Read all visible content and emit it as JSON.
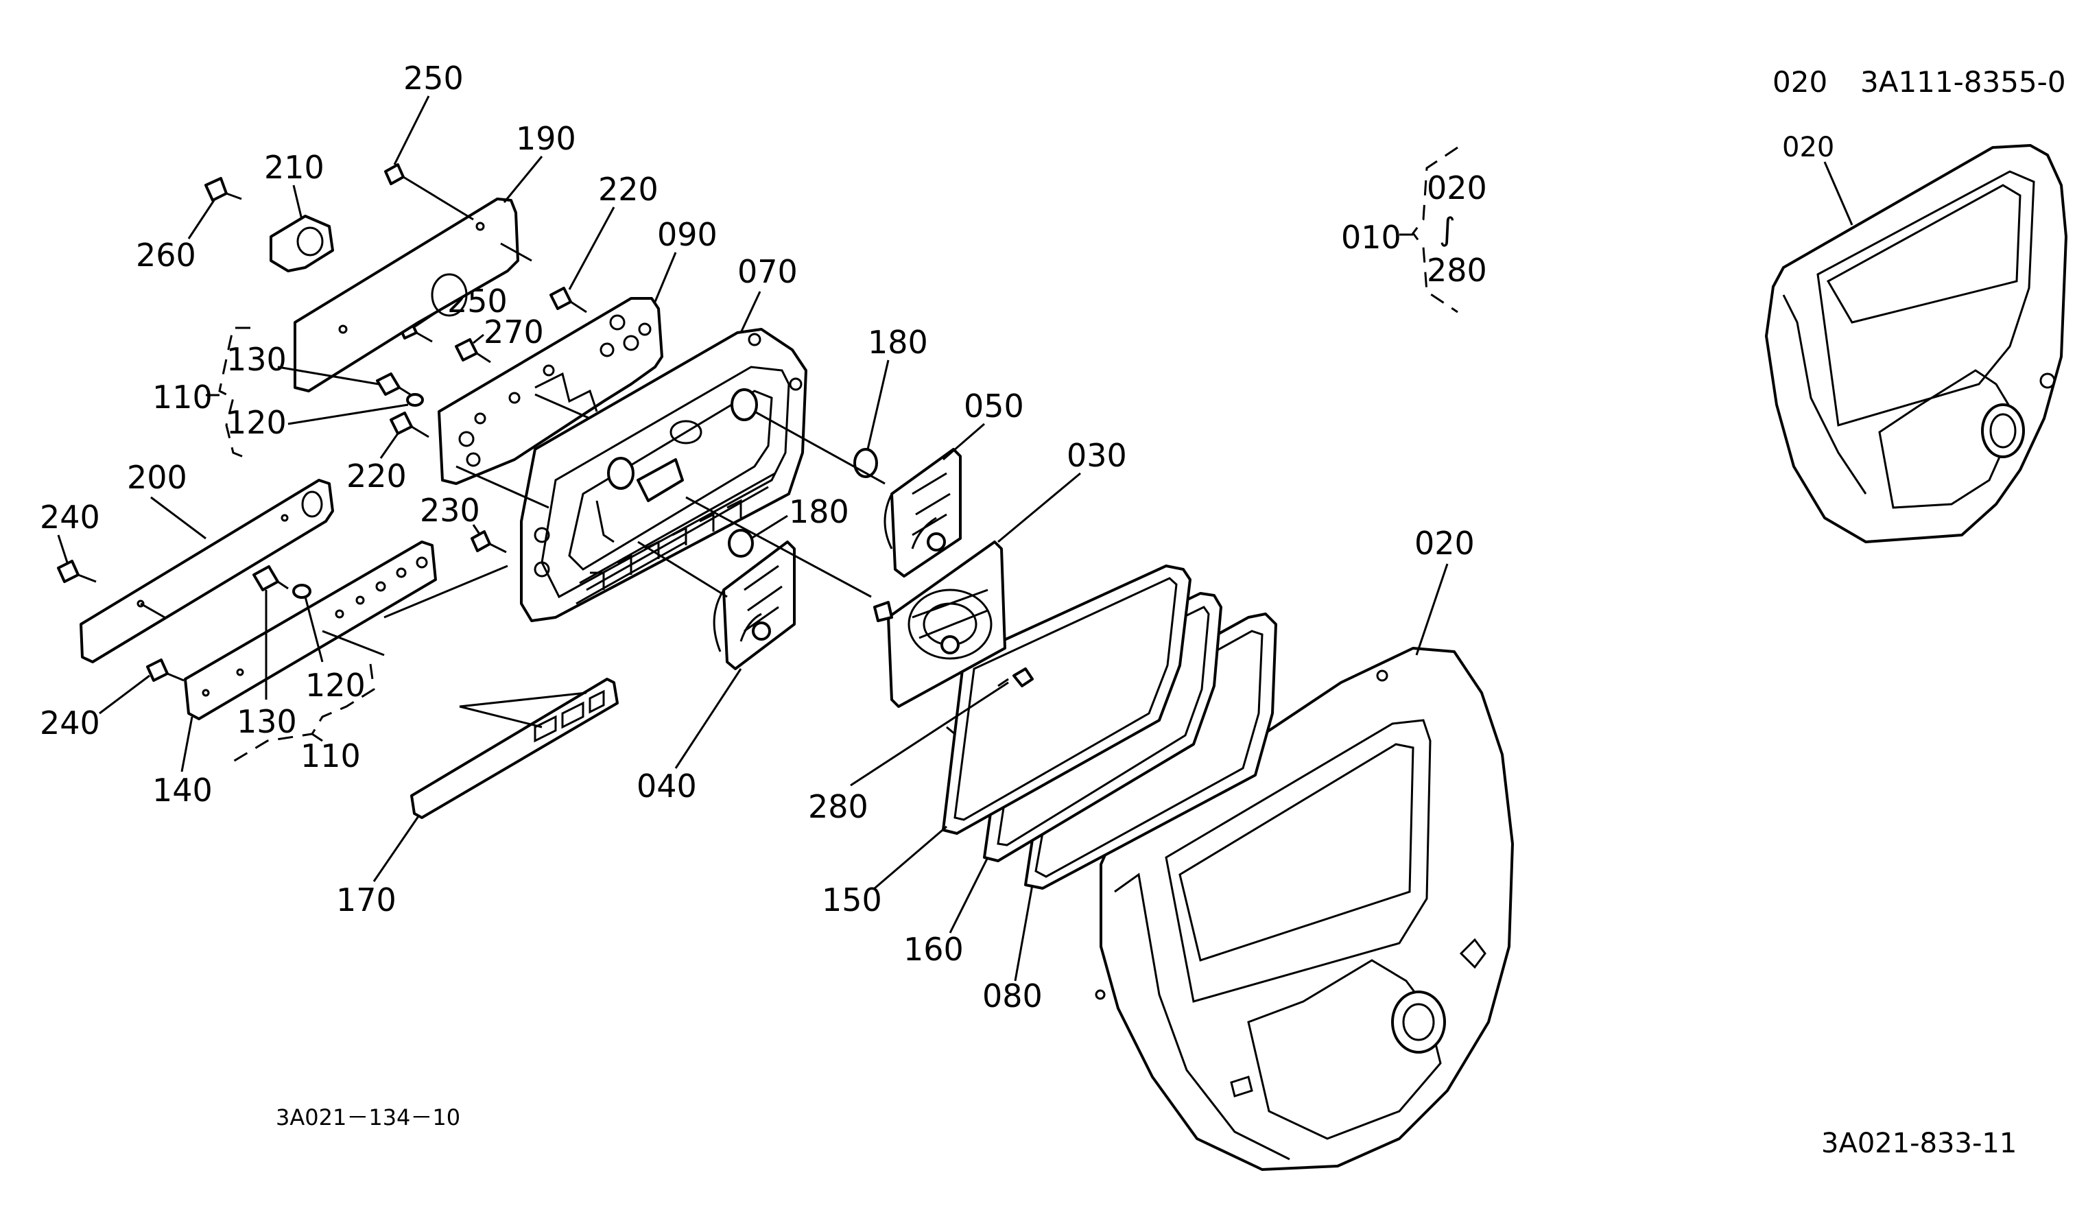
{
  "header": {
    "part_no": "020",
    "part_code": "3A111-8355-0",
    "inset_label": "020"
  },
  "group": {
    "parent": "010",
    "from": "020",
    "tilde": "∫",
    "to": "280"
  },
  "refs": {
    "left": "3A021－134－10",
    "right": "3A021-833-11"
  },
  "labels": {
    "p250_top": "250",
    "p190": "190",
    "p210": "210",
    "p260": "260",
    "p220_top": "220",
    "p090": "090",
    "p070": "070",
    "p250_mid": "250",
    "p270": "270",
    "p130_top": "130",
    "p110_top": "110",
    "p120_top": "120",
    "p220_mid": "220",
    "p180_top": "180",
    "p050": "050",
    "p030": "030",
    "p200": "200",
    "p240_top": "240",
    "p230": "230",
    "p180_mid": "180",
    "p240_bot": "240",
    "p120_bot": "120",
    "p130_bot": "130",
    "p140": "140",
    "p110_bot": "110",
    "p040": "040",
    "p280": "280",
    "p020_main": "020",
    "p150": "150",
    "p160": "160",
    "p080": "080",
    "p170": "170"
  }
}
